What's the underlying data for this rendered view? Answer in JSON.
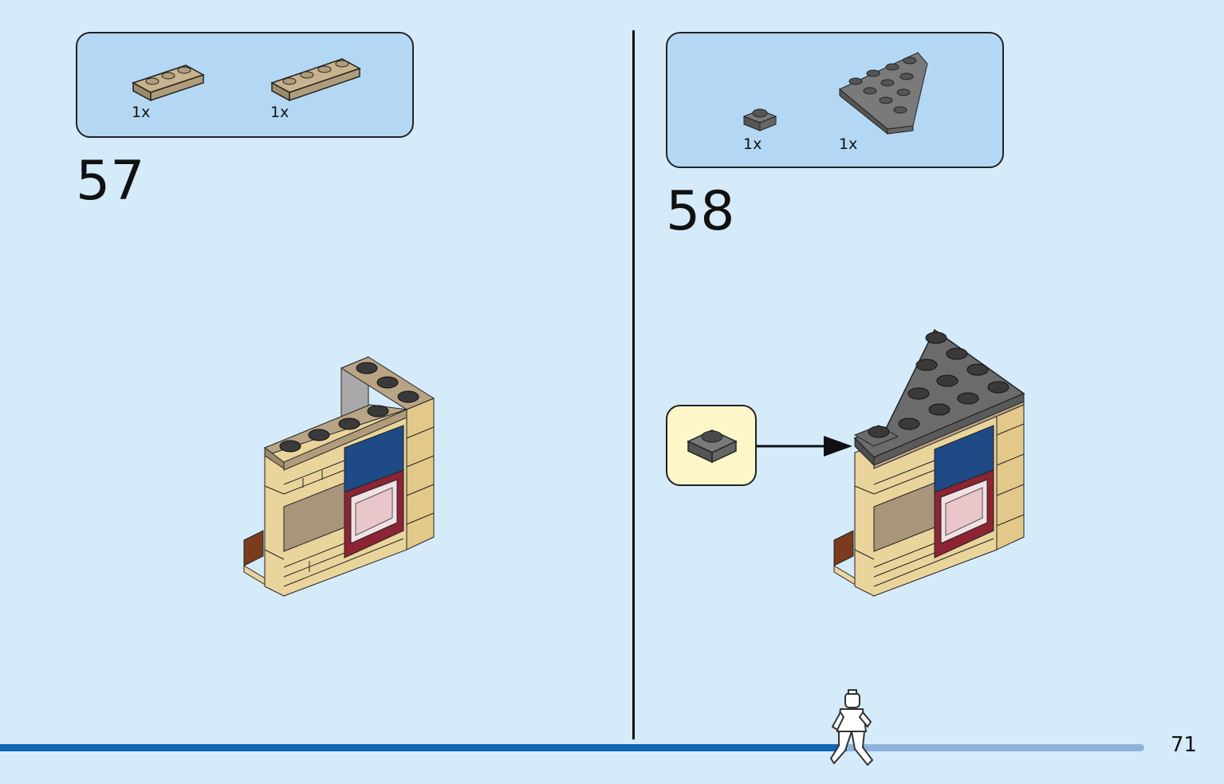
{
  "step57": {
    "number": "57",
    "parts": [
      {
        "qty": "1x",
        "icon": "tan-plate-1x3-icon"
      },
      {
        "qty": "1x",
        "icon": "tan-plate-1x4-icon"
      }
    ]
  },
  "step58": {
    "number": "58",
    "parts": [
      {
        "qty": "1x",
        "icon": "gray-plate-1x1-icon"
      },
      {
        "qty": "1x",
        "icon": "gray-wedge-plate-icon"
      }
    ]
  },
  "page": {
    "number": "71",
    "progress": 0.74
  },
  "colors": {
    "background": "#d5ebfa",
    "parts_box": "#b4d8f4",
    "tan": "#e9d49c",
    "dark_tan": "#a8957a",
    "dark_gray": "#6b6b6b",
    "dark_blue": "#1e4a85",
    "dark_red": "#8c2434",
    "progress_fill": "#0d67b4",
    "progress_track": "#8fb2dd"
  }
}
